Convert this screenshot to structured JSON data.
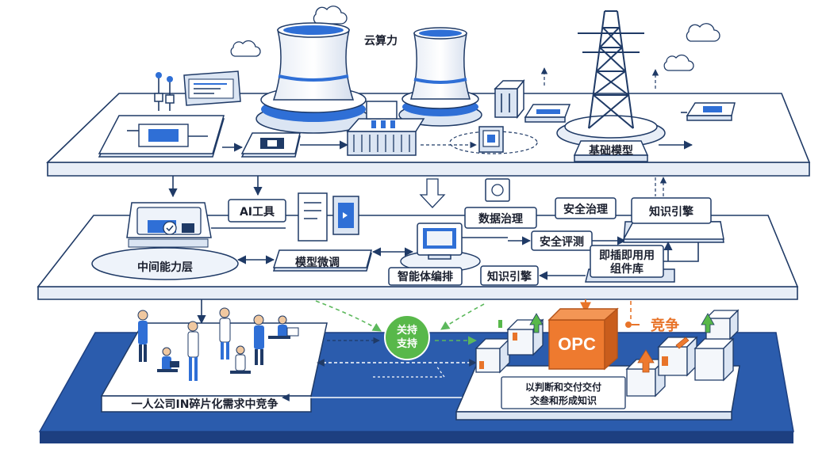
{
  "top_layer": {
    "cloud_compute": "云算力",
    "foundation_model": "基础模型"
  },
  "middle_layer": {
    "ai_tools": "AI工具",
    "middle_capability": "中间能力层",
    "model_finetune": "模型微调",
    "agent_orchestration": "智能体编排",
    "data_governance": "数据治理",
    "security_governance": "安全治理",
    "security_evaluation": "安全评测",
    "knowledge_engine_top": "知识引擎",
    "knowledge_engine_bottom": "知识引擎",
    "plugin_library_line1": "即插即用用",
    "plugin_library_line2": "组件库"
  },
  "bottom_layer": {
    "center_badge_line1": "关持",
    "center_badge_line2": "支持",
    "left_panel": "一人公司IN碎片化需求中竞争",
    "opc": "OPC",
    "compete": "竞争",
    "right_panel_line1": "以判断和交付交付",
    "right_panel_line2": "交叁和形成知识"
  },
  "colors": {
    "navy": "#1f3a66",
    "blue": "#2f6fd6",
    "platform_blue": "#2b5cad",
    "orange": "#ee7a2f",
    "green": "#58b84a"
  }
}
